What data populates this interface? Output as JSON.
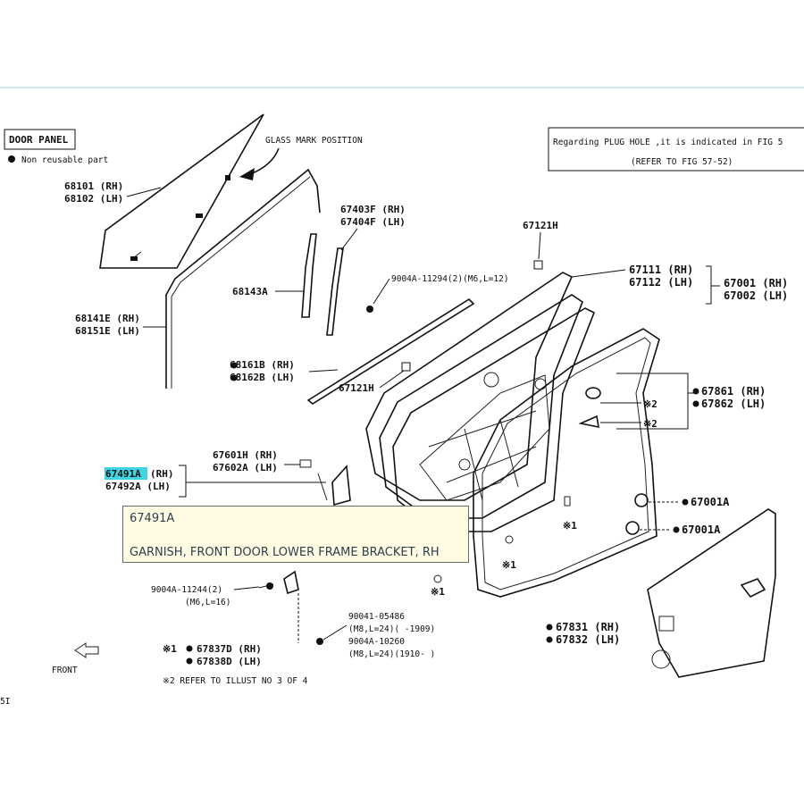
{
  "legend": {
    "box_label": "DOOR PANEL",
    "non_reusable": "Non reusable part"
  },
  "notes": {
    "glass_mark": "GLASS MARK POSITION",
    "plug_hole_line1": "Regarding PLUG HOLE ,it is indicated in FIG 5",
    "plug_hole_line2": "(REFER TO FIG 57-52)",
    "refer_illust": "※2 REFER TO ILLUST NO 3 OF 4",
    "front": "FRONT",
    "corner": "5I"
  },
  "parts": {
    "p68101": "68101 (RH)",
    "p68102": "68102 (LH)",
    "p67403f": "67403F (RH)",
    "p67404f": "67404F (LH)",
    "p67121h_top": "67121H",
    "p9004a_11294": "9004A-11294(2)(M6,L=12)",
    "p68143a": "68143A",
    "p67111": "67111 (RH)",
    "p67112": "67112 (LH)",
    "p67001": "67001 (RH)",
    "p67002": "67002 (LH)",
    "p68141e": "68141E (RH)",
    "p68151e": "68151E (LH)",
    "p68161b": "68161B (RH)",
    "p68162b": "68162B (LH)",
    "p67121h_mid": "67121H",
    "p67861": "67861 (RH)",
    "p67862": "67862 (LH)",
    "mark_x2_a": "※2",
    "mark_x2_b": "※2",
    "p67601h": "67601H (RH)",
    "p67602a": "67602A (LH)",
    "p67491a_code": "67491A",
    "p67491a_side": "(RH)",
    "p67492a": "67492A (LH)",
    "p67001a_1": "67001A",
    "p67001a_2": "67001A",
    "mark_x1_a": "※1",
    "mark_x1_b": "※1",
    "mark_x1_c": "※1",
    "p9004a_11244": "9004A-11244(2)",
    "p9004a_11244_spec": "(M6,L=16)",
    "p90041_05486": "90041-05486",
    "p90041_05486_spec": "(M8,L=24)(   -1909)",
    "p9004a_10260": "9004A-10260",
    "p9004a_10260_spec": "(M8,L=24)(1910-   )",
    "p67831": "67831 (RH)",
    "p67832": "67832 (LH)",
    "p67837d": "67837D (RH)",
    "p67838d": "67838D (LH)"
  },
  "tooltip": {
    "code": "67491A",
    "description": "GARNISH, FRONT DOOR LOWER FRAME BRACKET, RH"
  }
}
